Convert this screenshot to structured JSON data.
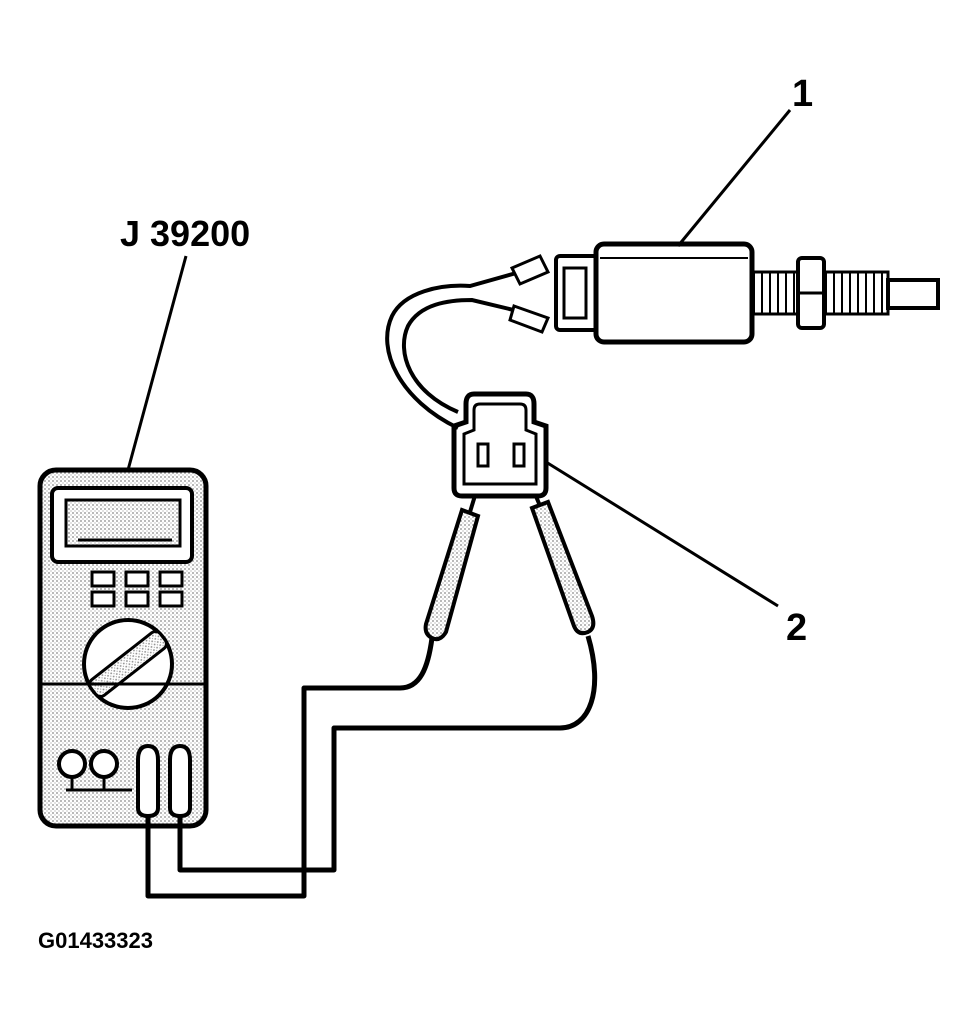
{
  "labels": {
    "callout_1": "1",
    "callout_2": "2",
    "tool_name": "J 39200",
    "figure_id": "G01433323"
  },
  "colors": {
    "ink": "#000000",
    "paper": "#ffffff",
    "stipple": "#cfcfcf"
  }
}
